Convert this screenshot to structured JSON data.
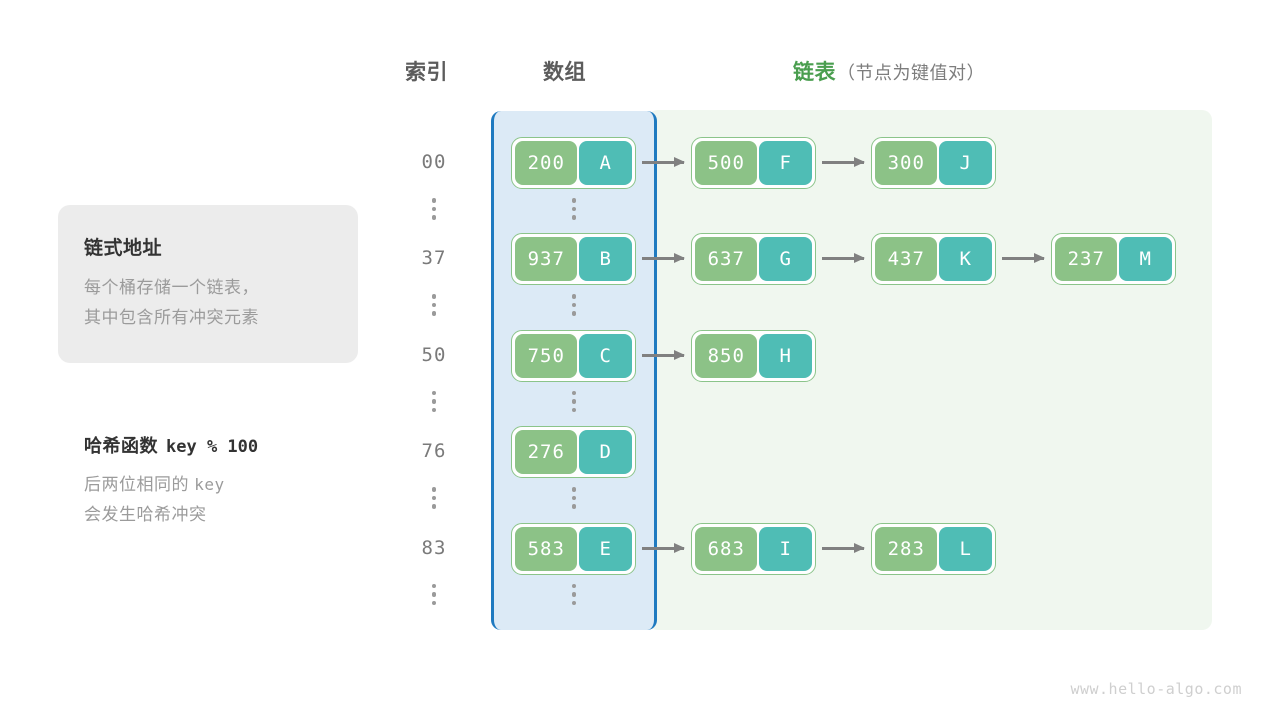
{
  "headers": {
    "index": "索引",
    "array": "数组",
    "linked_list_main": "链表",
    "linked_list_sub": "（节点为键值对）",
    "accent_green": "#4a9e4f"
  },
  "info_card": {
    "title": "链式地址",
    "line1": "每个桶存储一个链表，",
    "line2": "其中包含所有冲突元素"
  },
  "hash_note": {
    "title": "哈希函数",
    "formula": "key % 100",
    "line1_prefix": "后两位相同的",
    "line1_mono": "key",
    "line2": "会发生哈希冲突"
  },
  "colors": {
    "key_cell": "#8cc287",
    "value_cell": "#4fbdb5",
    "node_border": "#8bc48a",
    "array_band_fill": "#dceaf6",
    "array_band_border": "#1f7ac0",
    "list_region_fill": "#f0f7ef",
    "arrow": "#808080"
  },
  "rows": [
    {
      "index": "00",
      "bucket": {
        "key": "200",
        "value": "A"
      },
      "chain": [
        {
          "key": "500",
          "value": "F"
        },
        {
          "key": "300",
          "value": "J"
        }
      ]
    },
    {
      "index": "37",
      "bucket": {
        "key": "937",
        "value": "B"
      },
      "chain": [
        {
          "key": "637",
          "value": "G"
        },
        {
          "key": "437",
          "value": "K"
        },
        {
          "key": "237",
          "value": "M"
        }
      ]
    },
    {
      "index": "50",
      "bucket": {
        "key": "750",
        "value": "C"
      },
      "chain": [
        {
          "key": "850",
          "value": "H"
        }
      ]
    },
    {
      "index": "76",
      "bucket": {
        "key": "276",
        "value": "D"
      },
      "chain": []
    },
    {
      "index": "83",
      "bucket": {
        "key": "583",
        "value": "E"
      },
      "chain": [
        {
          "key": "683",
          "value": "I"
        },
        {
          "key": "283",
          "value": "L"
        }
      ]
    }
  ],
  "watermark": "www.hello-algo.com"
}
